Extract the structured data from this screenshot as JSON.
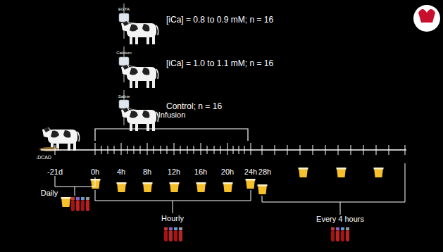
{
  "diagram": {
    "labels": [
      "EGTA",
      "Calcium",
      "Saline",
      "[iCa] = 0.8 to 0.9 mM; n = 16",
      "[iCa] = 1.0 to 1.1 mM; n = 16",
      "Control; n = 16",
      "Infusion",
      "-DCAD",
      "-21d",
      "0h",
      "4h",
      "8h",
      "12h",
      "16h",
      "20h",
      "24h",
      "28h",
      "Daily",
      "Hourly",
      "Every 4 hours"
    ]
  }
}
